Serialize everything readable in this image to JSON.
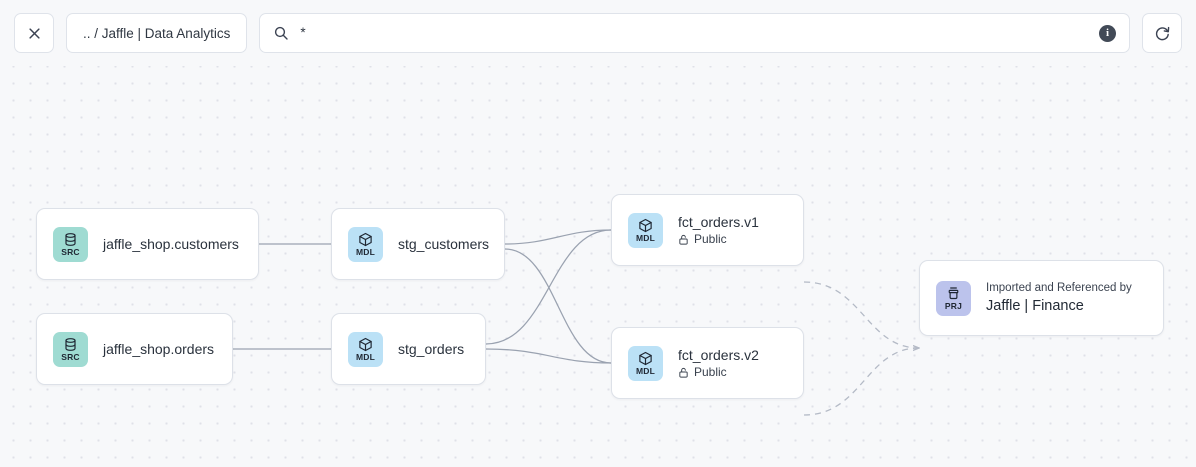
{
  "toolbar": {
    "close_icon": "close-icon",
    "breadcrumb": ".. / Jaffle | Data Analytics",
    "search_icon": "search-icon",
    "search_value": "*",
    "search_placeholder": "Search",
    "info_icon": "info-icon",
    "info_label": "i",
    "refresh_icon": "refresh-icon"
  },
  "graph": {
    "nodes": [
      {
        "id": "src-customers",
        "badge_type": "SRC",
        "badge_icon": "database-icon",
        "title": "jaffle_shop.customers",
        "subtitle": null
      },
      {
        "id": "src-orders",
        "badge_type": "SRC",
        "badge_icon": "database-icon",
        "title": "jaffle_shop.orders",
        "subtitle": null
      },
      {
        "id": "mdl-stg-customers",
        "badge_type": "MDL",
        "badge_icon": "cube-icon",
        "title": "stg_customers",
        "subtitle": null
      },
      {
        "id": "mdl-stg-orders",
        "badge_type": "MDL",
        "badge_icon": "cube-icon",
        "title": "stg_orders",
        "subtitle": null
      },
      {
        "id": "mdl-fct-orders-v1",
        "badge_type": "MDL",
        "badge_icon": "cube-icon",
        "title": "fct_orders.v1",
        "subtitle": "Public",
        "subtitle_icon": "unlock-icon"
      },
      {
        "id": "mdl-fct-orders-v2",
        "badge_type": "MDL",
        "badge_icon": "cube-icon",
        "title": "fct_orders.v2",
        "subtitle": "Public",
        "subtitle_icon": "unlock-icon"
      },
      {
        "id": "prj-jaffle-finance",
        "badge_type": "PRJ",
        "badge_icon": "project-icon",
        "caption": "Imported and Referenced by",
        "title": "Jaffle | Finance"
      }
    ]
  },
  "colors": {
    "canvas_bg": "#f7f8fa",
    "grid_dot": "#dfe1e8",
    "node_border": "#dde1e8",
    "edge_solid": "#9aa2b0",
    "edge_dashed": "#b4bac6",
    "badge_src": "#9fdbd2",
    "badge_mdl": "#bbe1f6",
    "badge_prj": "#bcc3ec"
  }
}
